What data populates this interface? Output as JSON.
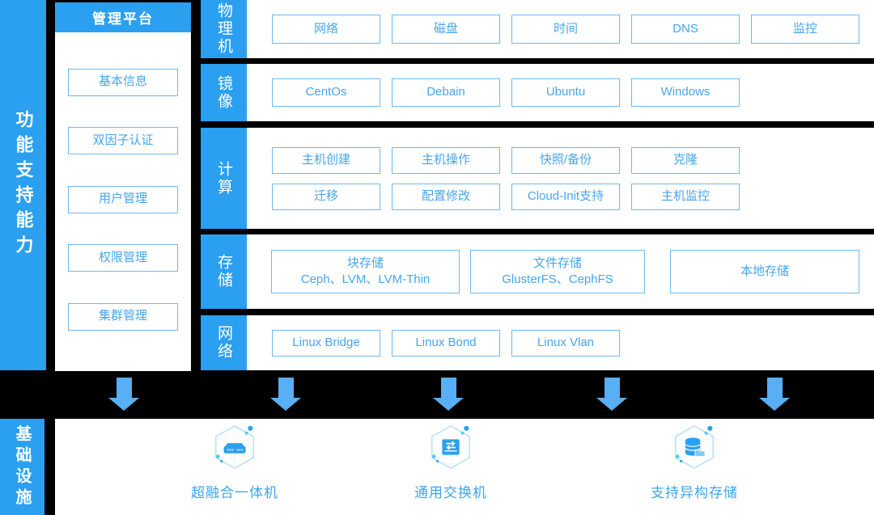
{
  "capability_bar": {
    "label": "功能支持能力"
  },
  "management": {
    "title": "管理平台",
    "items": [
      "基本信息",
      "双因子认证",
      "用户管理",
      "权限管理",
      "集群管理"
    ]
  },
  "rows": [
    {
      "label": "物理机",
      "items": [
        "网络",
        "磁盘",
        "时间",
        "DNS",
        "监控"
      ]
    },
    {
      "label": "镜像",
      "items": [
        "CentOs",
        "Debain",
        "Ubuntu",
        "Windows"
      ]
    },
    {
      "label": "计算",
      "items": [
        "主机创建",
        "主机操作",
        "快照/备份",
        "克隆",
        "迁移",
        "配置修改",
        "Cloud-Init支持",
        "主机监控"
      ]
    },
    {
      "label": "存储",
      "items": [
        {
          "title": "块存储",
          "subtitle": "Ceph、LVM、LVM-Thin"
        },
        {
          "title": "文件存储",
          "subtitle": "GlusterFS、CephFS"
        },
        {
          "title": "本地存储",
          "subtitle": ""
        }
      ]
    },
    {
      "label": "网络",
      "items": [
        "Linux Bridge",
        "Linux Bond",
        "Linux Vlan"
      ]
    }
  ],
  "infrastructure": {
    "label": "基础设施",
    "items": [
      {
        "name": "超融合一体机",
        "icon": "hyperconverged-appliance-icon"
      },
      {
        "name": "通用交换机",
        "icon": "generic-switch-icon"
      },
      {
        "name": "支持异构存储",
        "icon": "heterogeneous-storage-icon"
      }
    ]
  },
  "colors": {
    "primary": "#2b9ff0",
    "arrow": "#58aff4",
    "box_border": "#6db9f3",
    "box_text": "#47a5ef",
    "infra_label_text": "#3da5ee",
    "background": "#000000",
    "panel": "#ffffff"
  }
}
